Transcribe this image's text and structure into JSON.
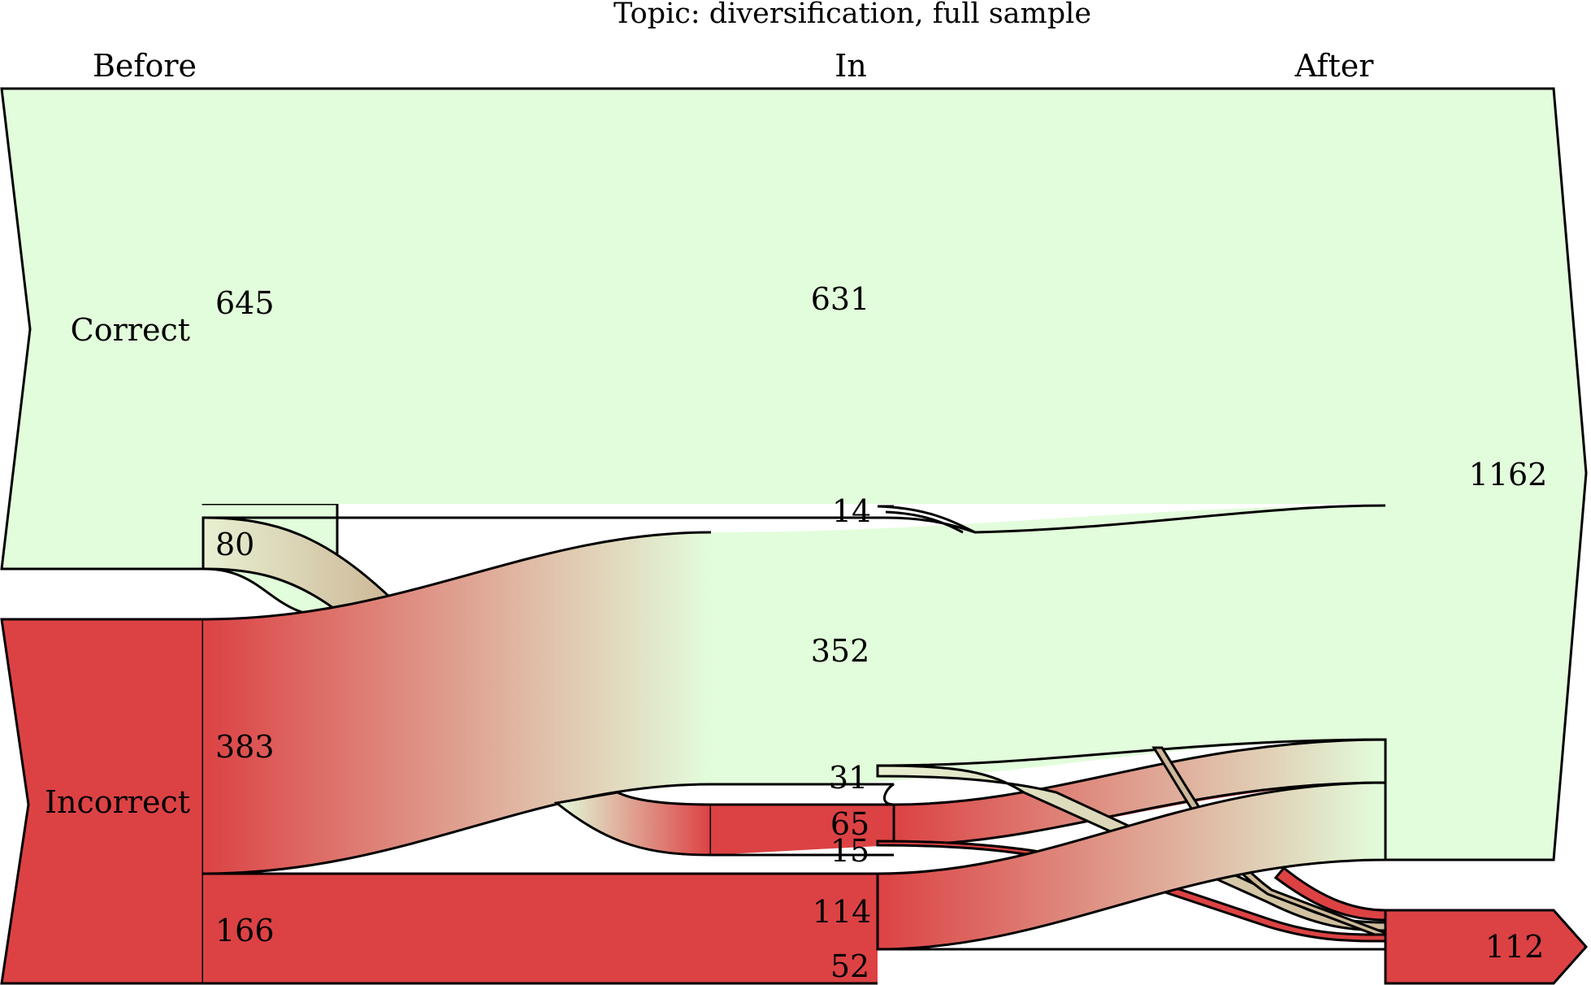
{
  "title": "Topic: diversification, full sample",
  "stages": {
    "before": "Before",
    "in": "In",
    "after": "After"
  },
  "categories": {
    "correct": "Correct",
    "incorrect": "Incorrect"
  },
  "colors": {
    "correct": "#e2fddb",
    "incorrect": "#dc4244",
    "outline": "#000000"
  },
  "nodes": {
    "before_correct": "645",
    "before_correct_to_incorrect": "80",
    "before_incorrect_to_correct": "383",
    "before_incorrect": "166",
    "in_correct_stay": "631",
    "in_correct_from_before_incorrect_to_incorrect": "14",
    "in_correct_from_incorrect": "352",
    "in_correct_to_incorrect": "31",
    "in_incorrect_from_incorrect": "65",
    "in_incorrect_from_correct": "15",
    "in_incorrect_stay_to_correct": "114",
    "in_incorrect_stay": "52",
    "after_correct": "1162",
    "after_incorrect": "112"
  }
}
